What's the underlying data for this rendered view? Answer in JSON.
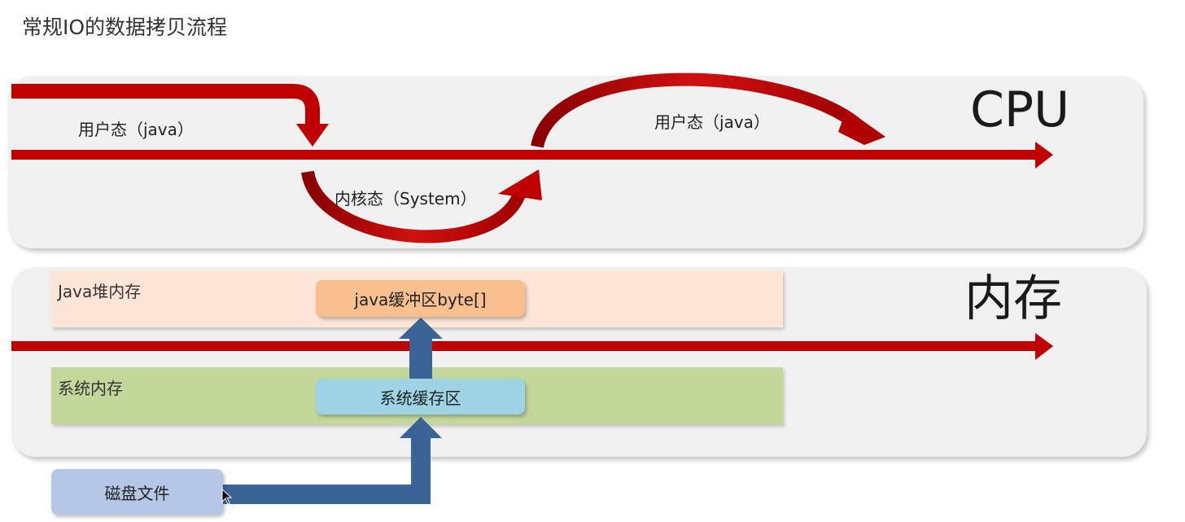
{
  "title": "常规IO的数据拷贝流程",
  "cpu": {
    "label": "CPU",
    "user_mode_1": "用户态（java）",
    "user_mode_2": "用户态（java）",
    "kernel_mode": "内核态（System）"
  },
  "memory": {
    "label": "内存",
    "heap_label": "Java堆内存",
    "system_label": "系统内存",
    "java_buffer": "java缓冲区byte[]",
    "system_cache": "系统缓存区"
  },
  "disk": {
    "label": "磁盘文件"
  },
  "colors": {
    "red_arrow": "#c00000",
    "blue_arrow": "#3a6496",
    "panel": "#f0f0f0",
    "heap": "#fce4d6",
    "system_memory": "#c4d79b",
    "java_buffer": "#f8c08e",
    "system_cache": "#9dd3e4",
    "disk_file": "#b4c7e7"
  },
  "icons": [
    "cursor-pointer-icon"
  ]
}
